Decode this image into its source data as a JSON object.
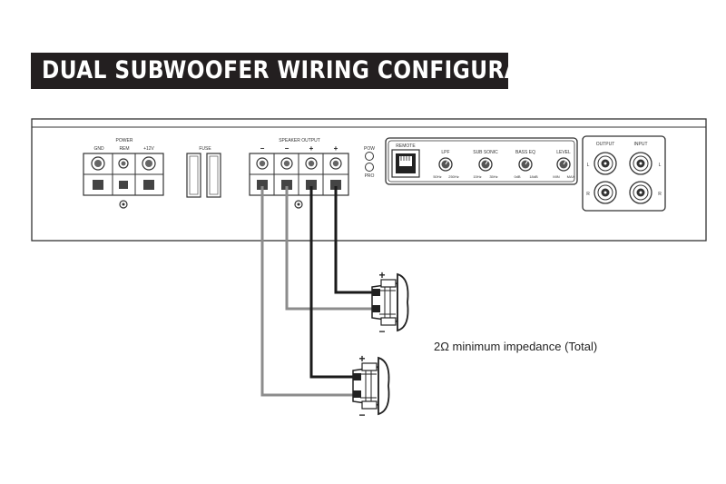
{
  "title": "DUAL SUBWOOFER WIRING CONFIGURATION",
  "amplifier": {
    "power_label": "POWER",
    "power_terminals": [
      "GND",
      "REM",
      "+12V"
    ],
    "fuse_label": "FUSE",
    "speaker_output_label": "SPEAKER  OUTPUT",
    "speaker_polarity": [
      "−",
      "−",
      "+",
      "+"
    ],
    "indicators": [
      "POW",
      "PRO"
    ],
    "remote_label": "REMOTE",
    "controls": [
      {
        "label": "LPF",
        "min": "50Hz",
        "max": "250Hz"
      },
      {
        "label": "SUB SONIC",
        "min": "15Hz",
        "max": "35Hz"
      },
      {
        "label": "BASS EQ",
        "min": "0dB",
        "max": "18dB"
      },
      {
        "label": "LEVEL",
        "min": "MIN",
        "max": "MAX"
      }
    ],
    "rca_output_label": "OUTPUT",
    "rca_input_label": "INPUT",
    "channel_left": "L",
    "channel_right": "R"
  },
  "subwoofers": [
    {
      "plus": "+",
      "minus": "−"
    },
    {
      "plus": "+",
      "minus": "−"
    }
  ],
  "impedance_note": "2Ω minimum impedance (Total)",
  "colors": {
    "banner_bg": "#231f20",
    "banner_text": "#ffffff",
    "wire_black": "#1a1a1a",
    "wire_gray": "#8c8c8c",
    "line": "#333333"
  }
}
